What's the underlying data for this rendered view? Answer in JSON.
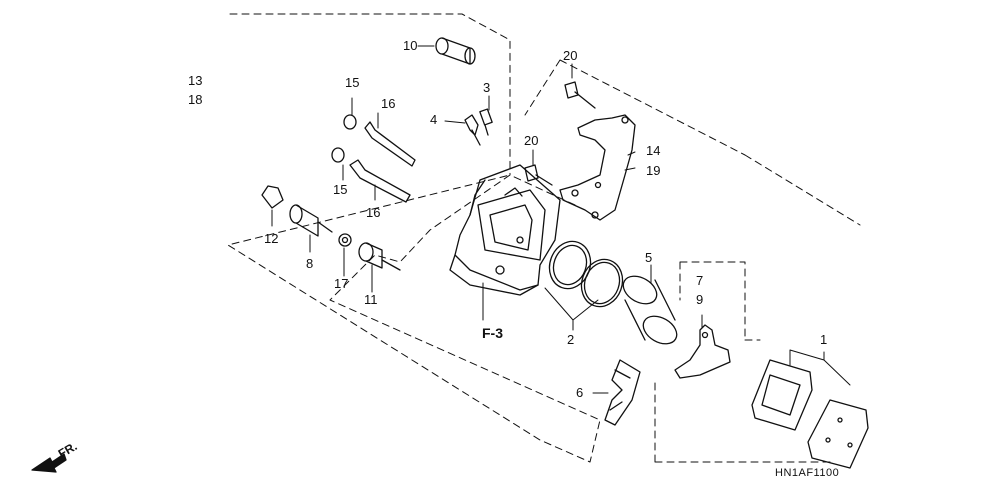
{
  "diagram": {
    "labels": {
      "p1": "1",
      "p2": "2",
      "p3": "3",
      "p4": "4",
      "p5": "5",
      "p6": "6",
      "p7": "7",
      "p8": "8",
      "p9": "9",
      "p10": "10",
      "p11": "11",
      "p12": "12",
      "p13": "13",
      "p14": "14",
      "p15a": "15",
      "p15b": "15",
      "p16a": "16",
      "p16b": "16",
      "p17": "17",
      "p18": "18",
      "p19": "19",
      "p20a": "20",
      "p20b": "20"
    },
    "reference": "F-3",
    "front_marker": "FR.",
    "diagram_code": "HN1AF1100"
  }
}
